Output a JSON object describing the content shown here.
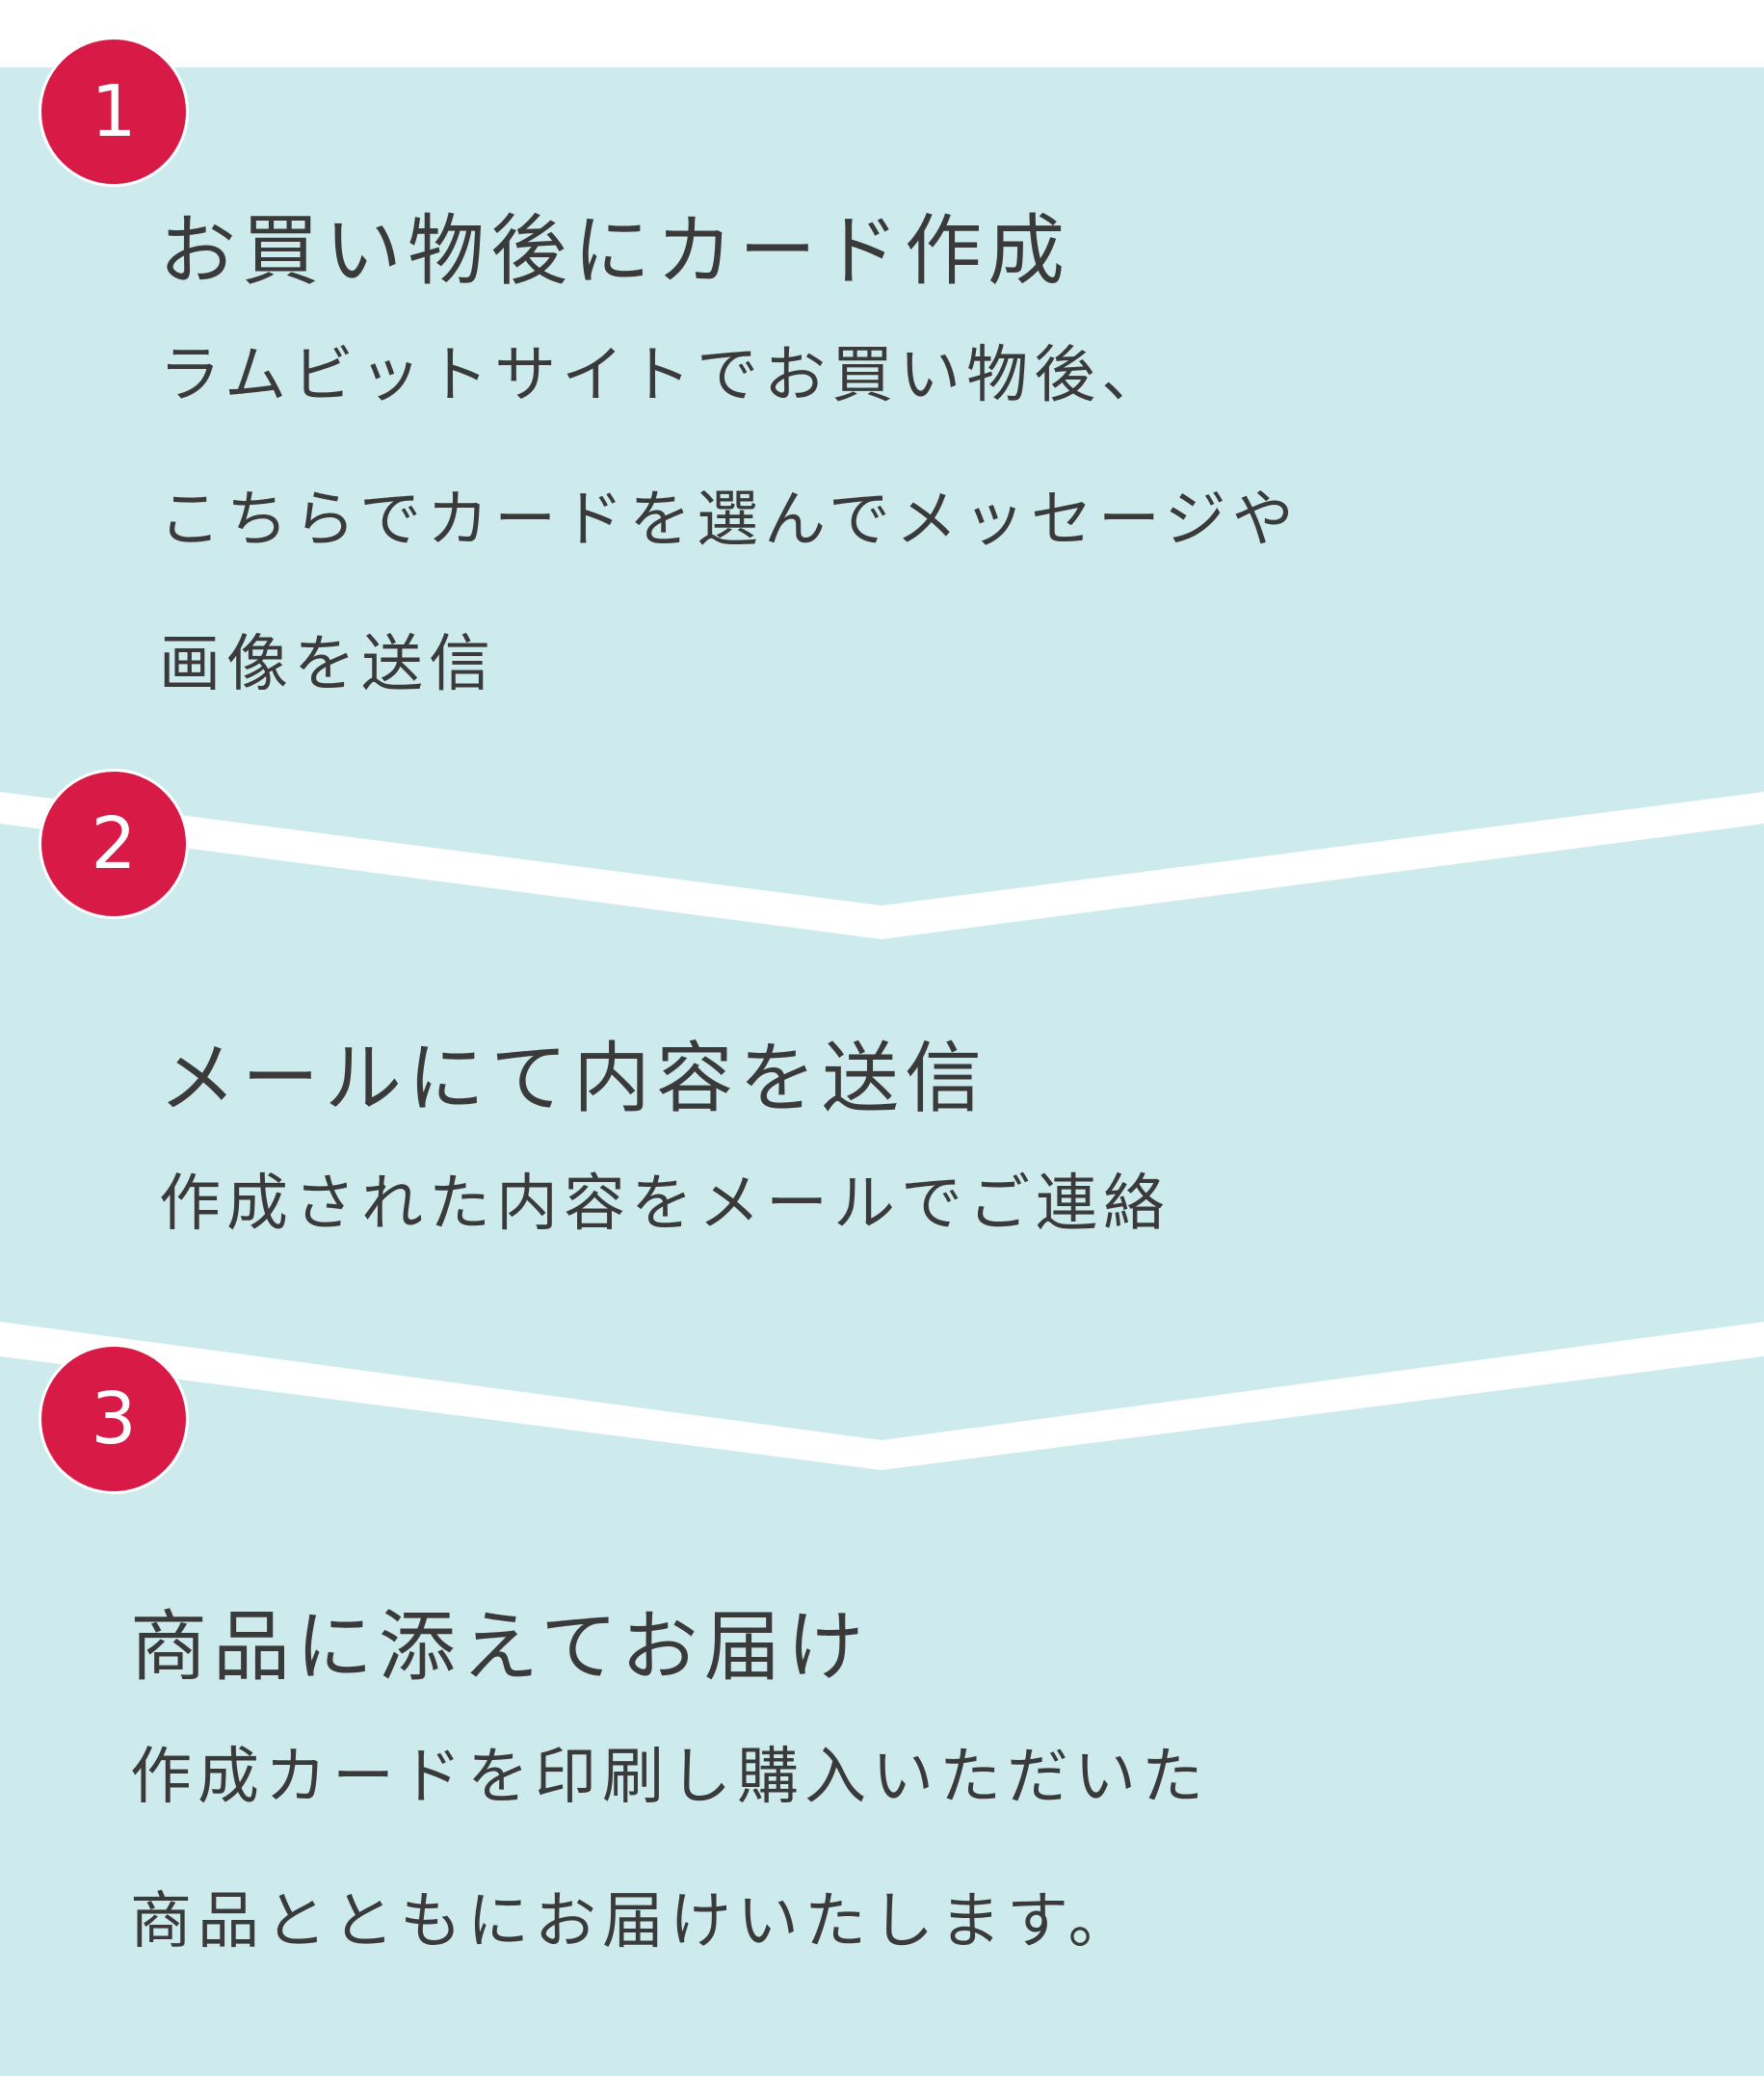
{
  "colors": {
    "panel": "#cdeaec",
    "badge": "#d81b46",
    "text": "#3a3a3a",
    "divider": "#ffffff"
  },
  "steps": [
    {
      "number": "1",
      "title": "お買い物後にカード作成",
      "lines": [
        "ラムビットサイトでお買い物後、",
        "こちらでカードを選んでメッセージや",
        "画像を送信"
      ]
    },
    {
      "number": "2",
      "title": "メールにて内容を送信",
      "lines": [
        "作成された内容をメールでご連絡"
      ]
    },
    {
      "number": "3",
      "title": "商品に添えてお届け",
      "lines": [
        "作成カードを印刷し購入いただいた",
        "商品とともにお届けいたします。"
      ]
    }
  ]
}
